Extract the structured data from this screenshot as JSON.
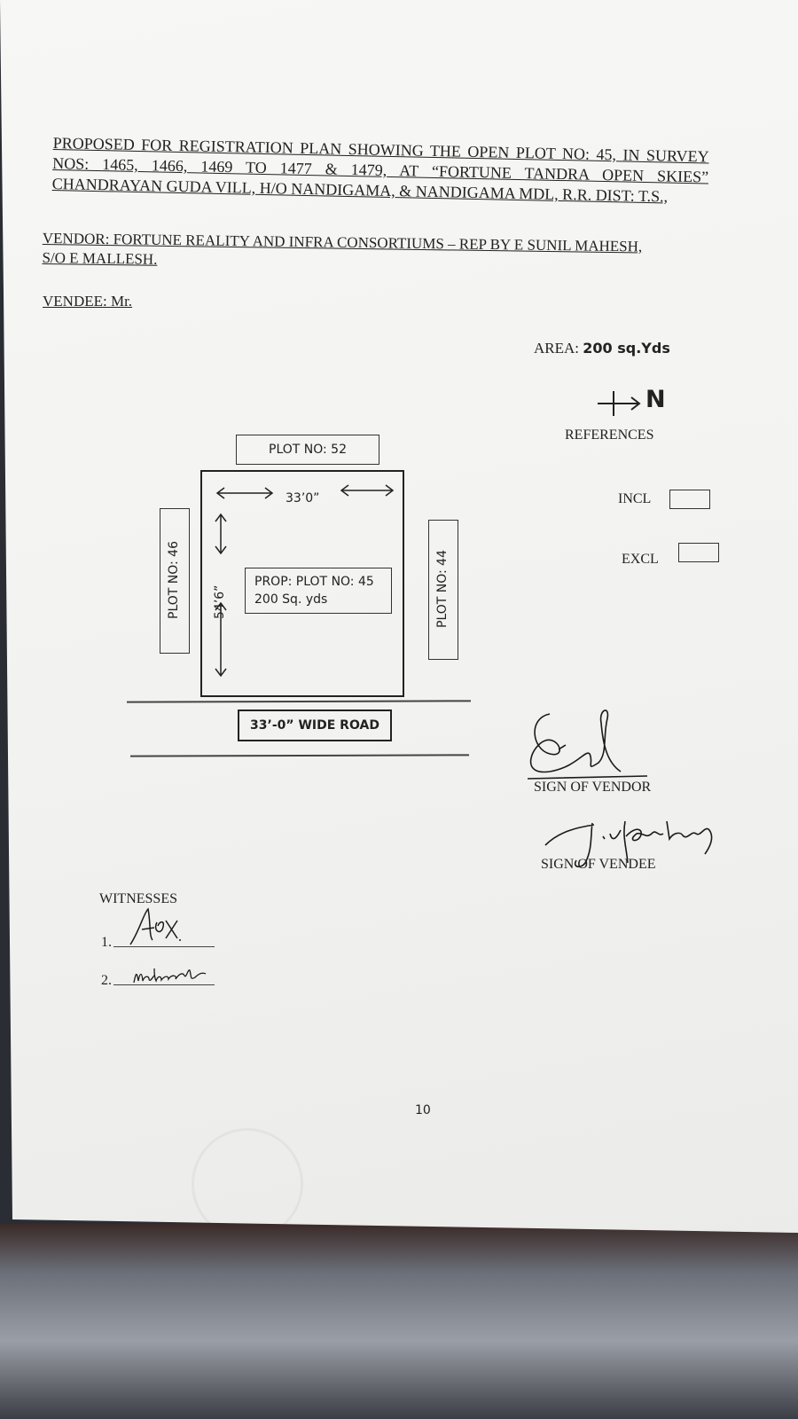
{
  "heading": "PROPOSED FOR REGISTRATION PLAN SHOWING THE OPEN PLOT NO: 45, IN SURVEY NOS: 1465, 1466, 1469 TO 1477 & 1479, AT “FORTUNE TANDRA OPEN SKIES” CHANDRAYAN GUDA VILL, H/O NANDIGAMA, & NANDIGAMA MDL, R.R. DIST: T.S.,",
  "vendor": "VENDOR: FORTUNE REALITY AND INFRA CONSORTIUMS – REP BY E SUNIL MAHESH, S/O E MALLESH.",
  "vendee": "VENDEE: Mr.",
  "area": {
    "label": "AREA:",
    "value": "200 sq.Yds"
  },
  "north_label": "N",
  "references": {
    "title": "REFERENCES",
    "incl": "INCL",
    "excl": "EXCL"
  },
  "plan": {
    "north_plot": "PLOT NO: 52",
    "west_plot": "PLOT NO: 46",
    "east_plot": "PLOT NO: 44",
    "width_dim": "33’0”",
    "depth_dim": "54’6”",
    "prop_line1": "PROP: PLOT NO: 45",
    "prop_line2": "200 Sq. yds",
    "road": "33’-0” WIDE ROAD"
  },
  "signatures": {
    "vendor": "SIGN OF VENDOR",
    "vendee": "SIGN OF VENDEE"
  },
  "witnesses": {
    "title": "WITNESSES",
    "item1": "1.",
    "item2": "2."
  },
  "page_number": "10"
}
